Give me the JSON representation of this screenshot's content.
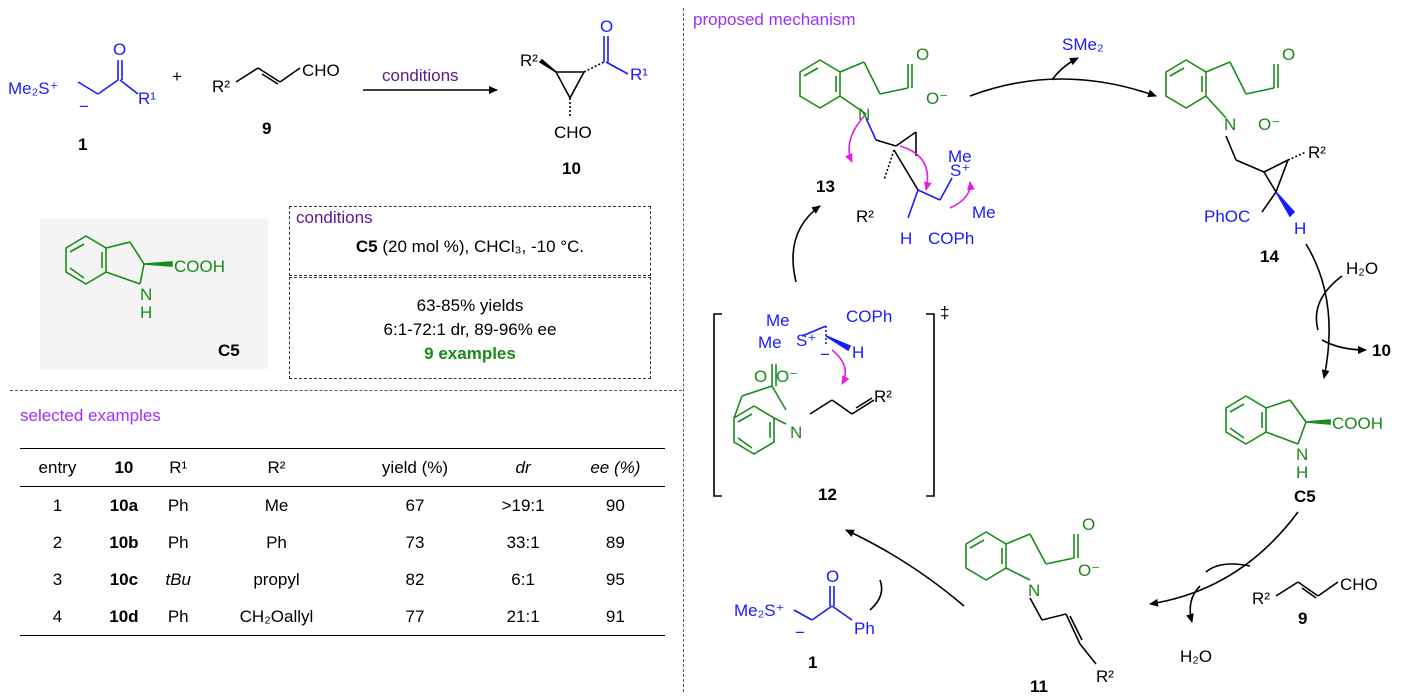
{
  "reaction": {
    "reagent1_label": "1",
    "reagent1_sulfonium": "Me₂S⁺",
    "reagent1_minus": "−",
    "reagent1_o": "O",
    "reagent1_r": "R¹",
    "plus": "+",
    "reagent9_label": "9",
    "reagent9_r": "R²",
    "reagent9_cho": "CHO",
    "arrow_label": "conditions",
    "product_label": "10",
    "product_r2": "R²",
    "product_r1": "R¹",
    "product_o": "O",
    "product_cho": "CHO"
  },
  "catalyst": {
    "cooh": "COOH",
    "nh": "N",
    "h": "H",
    "label": "C5"
  },
  "conditions": {
    "header": "conditions",
    "line1_bold": "C5",
    "line1_rest": "(20 mol %), CHCl₃, -10 °C.",
    "line2": "63-85% yields",
    "line3": "6:1-72:1 dr, 89-96% ee",
    "line4": "9 examples"
  },
  "selected": {
    "header": "selected examples",
    "columns": [
      "entry",
      "10",
      "R¹",
      "R²",
      "yield (%)",
      "dr",
      "ee (%)"
    ],
    "rows": [
      [
        "1",
        "10a",
        "Ph",
        "Me",
        "67",
        ">19:1",
        "90"
      ],
      [
        "2",
        "10b",
        "Ph",
        "Ph",
        "73",
        "33:1",
        "89"
      ],
      [
        "3",
        "10c",
        "tBu",
        "propyl",
        "82",
        "6:1",
        "95"
      ],
      [
        "4",
        "10d",
        "Ph",
        "CH₂Oallyl",
        "77",
        "21:1",
        "91"
      ]
    ]
  },
  "mechanism": {
    "header": "proposed mechanism",
    "label13": "13",
    "label14": "14",
    "label12": "12",
    "label11": "11",
    "labelC5": "C5",
    "label1": "1",
    "label9": "9",
    "sme2": "SMe₂",
    "h2o_in": "H₂O",
    "ten": "10",
    "h2o_out": "H₂O",
    "cooh": "COOH",
    "nh_n": "N",
    "nh_h": "H",
    "o": "O",
    "o_minus": "O⁻",
    "n_plus": "N",
    "plus": "+",
    "r2": "R²",
    "me": "Me",
    "me2": "Me",
    "s_plus": "S⁺",
    "h": "H",
    "coph": "COPh",
    "phoc": "PhOC",
    "cho": "CHO",
    "ph": "Ph",
    "me2s": "Me₂S⁺",
    "dagger": "‡",
    "minus": "−"
  },
  "colors": {
    "blue": "#1a1aff",
    "green": "#1a8a1a",
    "magenta": "#e020e0",
    "purple": "#9b30ff"
  }
}
